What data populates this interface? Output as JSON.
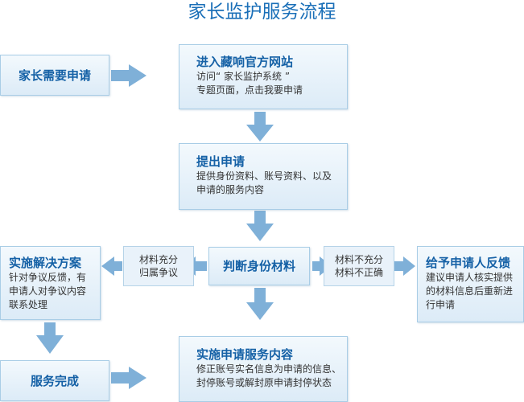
{
  "title": "家长监护服务流程",
  "nodes": {
    "parent_request": {
      "label": "家长需要申请"
    },
    "visit_site": {
      "label": "进入藏响官方网站",
      "desc_line1": "访问“ 家长监护系统 ”",
      "desc_line2": "专题页面，点击我要申请"
    },
    "submit": {
      "label": "提出申请",
      "desc_line1": "提供身份资料、账号资料、以及",
      "desc_line2": "申请的服务内容"
    },
    "judge": {
      "label": "判断身份材料"
    },
    "solution": {
      "label": "实施解决方案",
      "desc_line1": "针对争议反馈，有",
      "desc_line2": "申请人对争议内容",
      "desc_line3": "联系处理"
    },
    "feedback": {
      "label": "给予申请人反馈",
      "desc_line1": "建议申请人核实提供",
      "desc_line2": "的材料信息后重新进",
      "desc_line3": "行申请"
    },
    "done": {
      "label": "服务完成"
    },
    "implement": {
      "label": "实施申请服务内容",
      "desc_line1": "修正账号实名信息为申请的信息、",
      "desc_line2": "封停账号或解封原申请封停状态"
    }
  },
  "conditions": {
    "sufficient": {
      "line1": "材料充分",
      "line2": "归属争议"
    },
    "insufficient": {
      "line1": "材料不充分",
      "line2": "材料不正确"
    }
  },
  "colors": {
    "arrow": "#7fb0d8",
    "heading": "#1561a6",
    "title": "#1a6fb8"
  }
}
